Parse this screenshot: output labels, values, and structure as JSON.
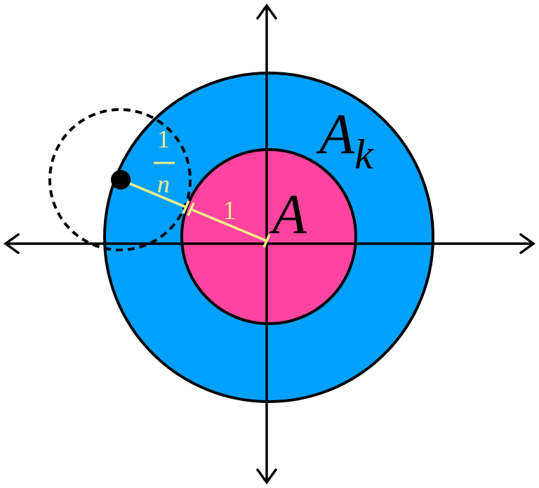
{
  "labels": {
    "outer_set": "A",
    "outer_subscript": "k",
    "inner_set": "A",
    "radius_inner": "1",
    "radius_extra_numerator": "1",
    "radius_extra_denominator": "n"
  },
  "colors": {
    "outer_fill": "#00A0FF",
    "inner_fill": "#FF44A0",
    "measure_line": "#F5EE88",
    "stroke": "#000000"
  }
}
